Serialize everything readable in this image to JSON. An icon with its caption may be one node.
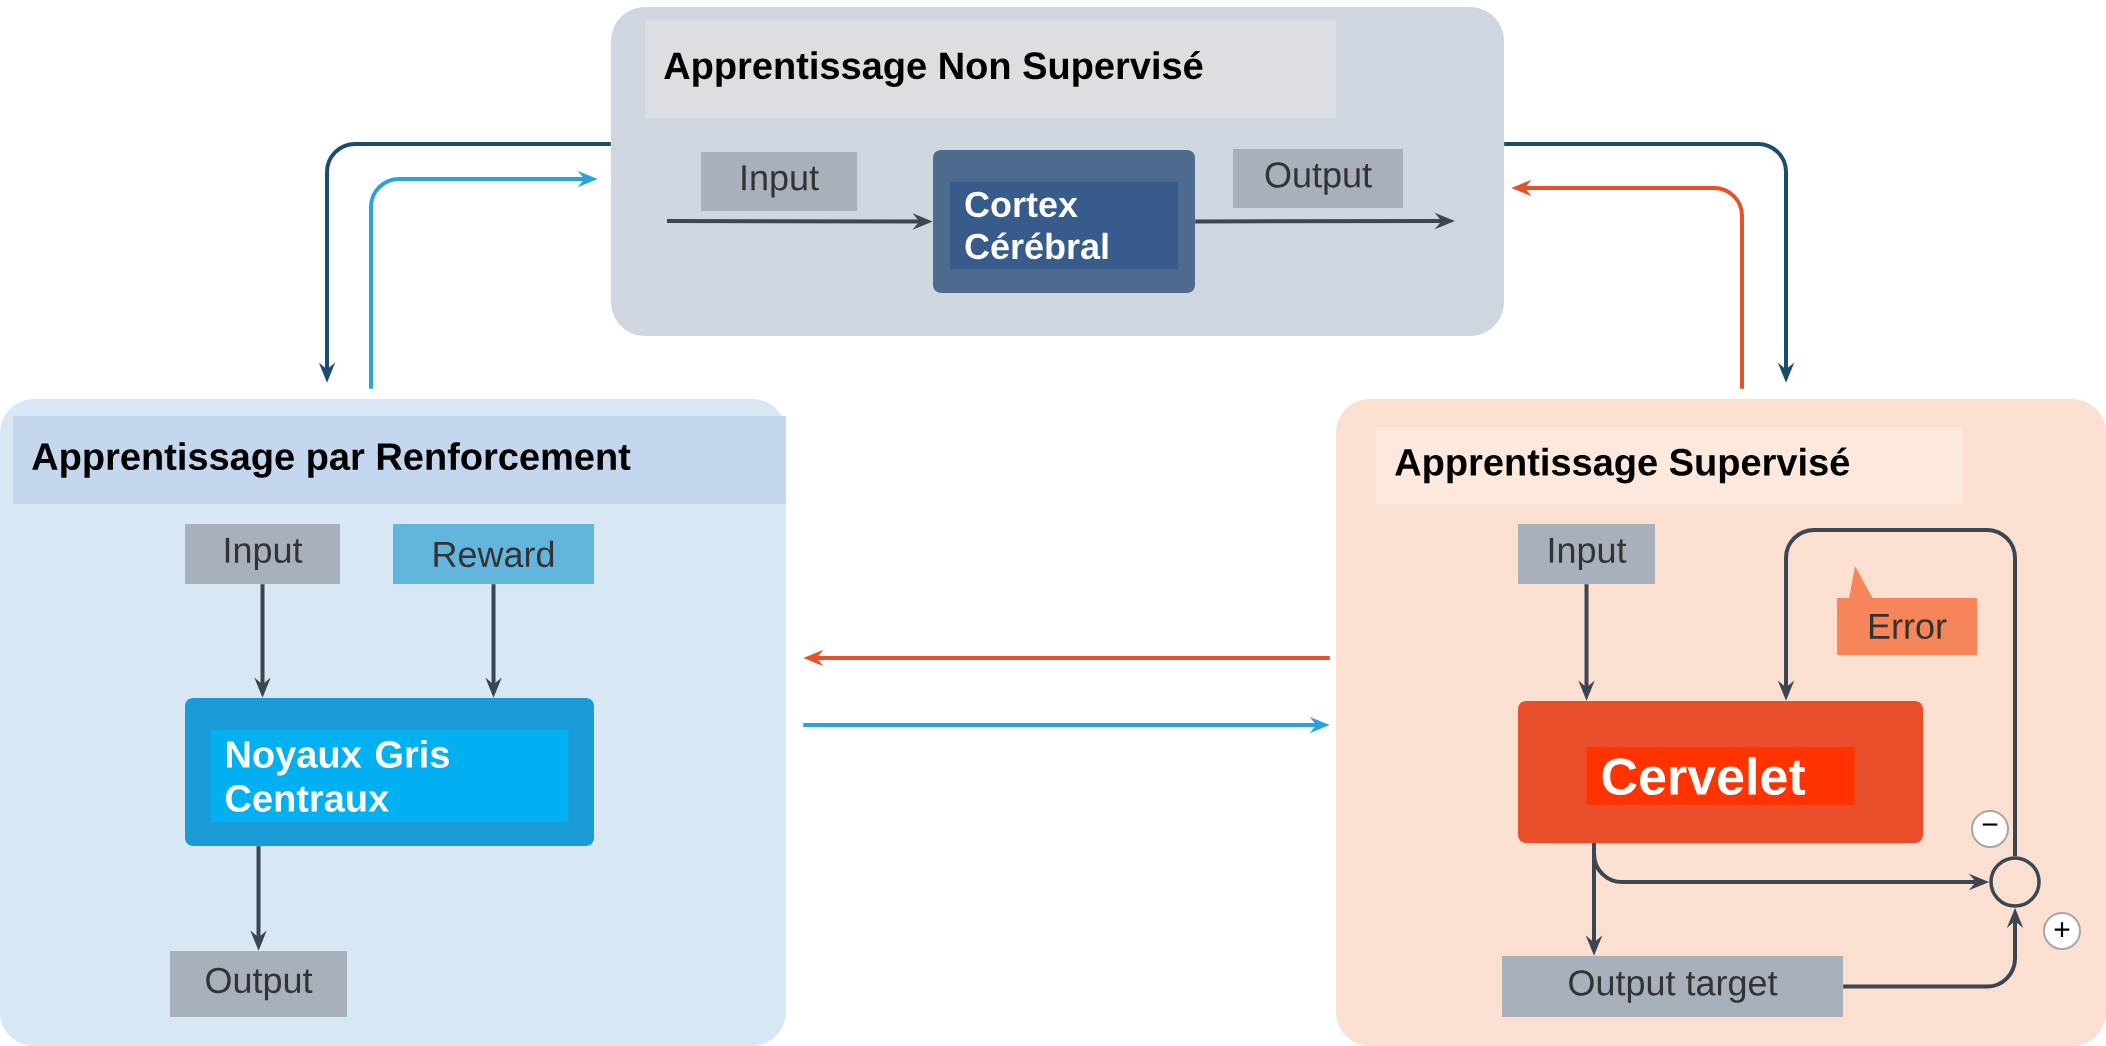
{
  "diagram": {
    "nodes": [
      {
        "text": [
          "Apprentissage Non Supervisé"
        ]
      },
      {
        "text": [
          "Input"
        ],
        "in": 0
      },
      {
        "text": [
          "Cortex Cérébral"
        ],
        "in": 0
      },
      {
        "text": [
          "Output"
        ],
        "in": 0
      },
      {
        "text": [
          "Apprentissage par Renforcement"
        ]
      },
      {
        "text": [
          "Input"
        ],
        "in": 4
      },
      {
        "text": [
          "Reward"
        ],
        "in": 4
      },
      {
        "text": [
          "Noyaux Gris Centraux"
        ],
        "in": 4
      },
      {
        "text": [
          "Output"
        ],
        "in": 4
      },
      {
        "text": [
          "Apprentissage Supervisé"
        ]
      },
      {
        "text": [
          "Input"
        ],
        "in": 9
      },
      {
        "text": [
          "Error"
        ],
        "in": 9
      },
      {
        "text": [
          "Cervelet"
        ],
        "in": 9
      },
      {
        "text": [],
        "shape": "circle",
        "in": 9
      },
      {
        "text": [
          "Output target"
        ],
        "in": 9
      }
    ],
    "edges": [
      {
        "from": null,
        "to": 2,
        "arrow": "to"
      },
      {
        "from": 2,
        "to": null,
        "arrow": "to"
      },
      {
        "from": 5,
        "to": 7,
        "arrow": "to"
      },
      {
        "from": 6,
        "to": 7,
        "arrow": "to"
      },
      {
        "from": 7,
        "to": 8,
        "arrow": "to"
      },
      {
        "from": 10,
        "to": 12,
        "arrow": "to"
      },
      {
        "from": 12,
        "to": 13,
        "arrow": "to"
      },
      {
        "from": 12,
        "to": 14,
        "arrow": "to"
      },
      {
        "from": 14,
        "to": 13,
        "arrow": "to"
      },
      {
        "from": 13,
        "to": 12,
        "arrow": "to"
      },
      {
        "from": 0,
        "to": 4,
        "arrow": "to",
        "color": "#1b4d6b"
      },
      {
        "from": 4,
        "to": 0,
        "arrow": "to",
        "color": "#2aa3d8"
      },
      {
        "from": 0,
        "to": 9,
        "arrow": "to",
        "color": "#1b4d6b"
      },
      {
        "from": 9,
        "to": 0,
        "arrow": "to",
        "color": "#e8502a"
      },
      {
        "from": 9,
        "to": 4,
        "arrow": "to",
        "color": "#e8502a"
      },
      {
        "from": 4,
        "to": 9,
        "arrow": "to",
        "color": "#2aa3d8"
      }
    ],
    "labels": [
      "−",
      "+"
    ]
  }
}
